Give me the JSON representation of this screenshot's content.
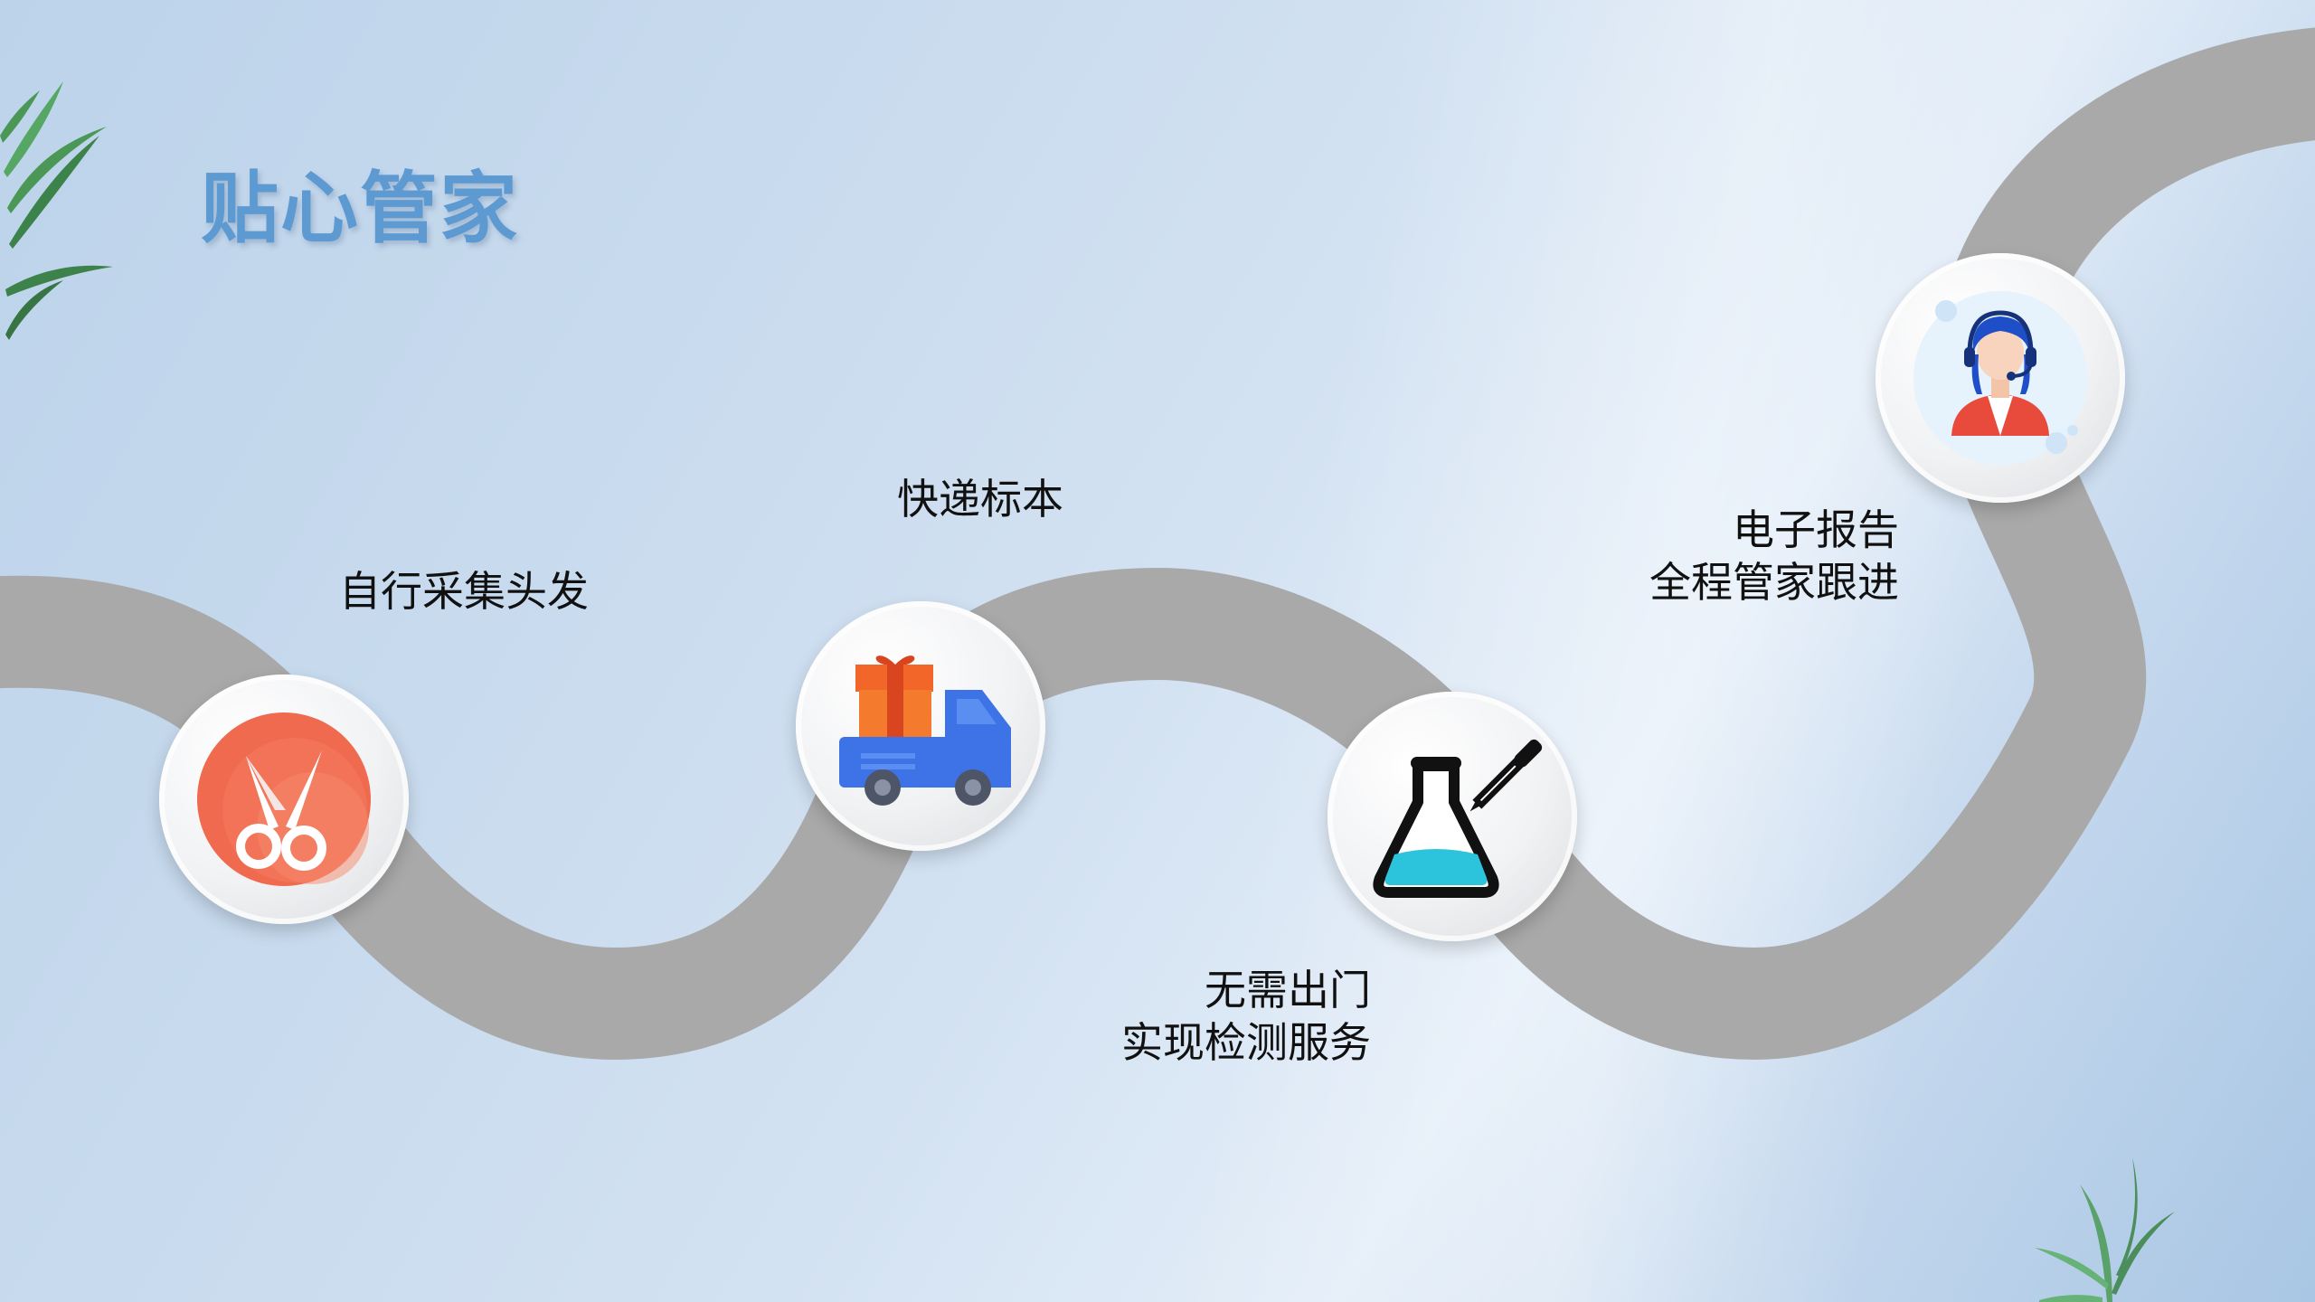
{
  "title": "贴心管家",
  "steps": [
    {
      "label_lines": [
        "自行采集头发"
      ],
      "icon": "scissors-icon"
    },
    {
      "label_lines": [
        "快递标本"
      ],
      "icon": "delivery-truck-icon"
    },
    {
      "label_lines": [
        "无需出门",
        "实现检测服务"
      ],
      "icon": "lab-flask-icon"
    },
    {
      "label_lines": [
        "电子报告",
        "全程管家跟进"
      ],
      "icon": "customer-service-icon"
    }
  ],
  "colors": {
    "title": "#5d9ad2",
    "road": "#a9a9a9",
    "scissors_bg": "#f06a4f",
    "truck": "#3d73e6",
    "gift": "#f2662a",
    "flask_liquid": "#2cc3dc",
    "agent_hair": "#1e4fc9",
    "agent_shirt": "#e84a3c"
  }
}
